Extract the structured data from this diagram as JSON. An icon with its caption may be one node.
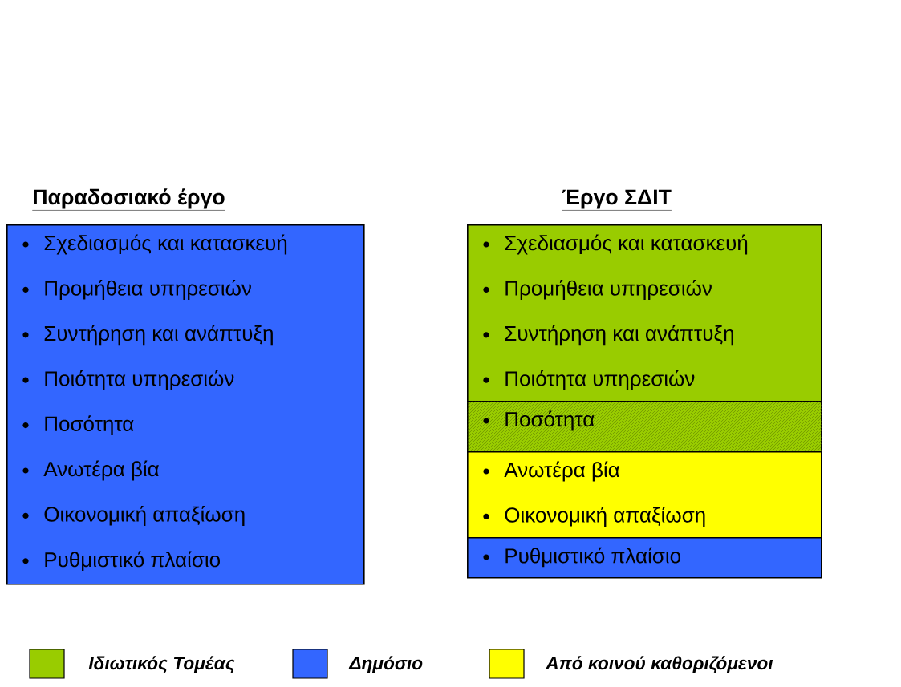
{
  "diagram": {
    "nodes": [
      {
        "text": [
          "Παραδοσιακό έργο",
          "Σχεδιασμός και κατασκευή",
          "Προμήθεια υπηρεσιών",
          "Συντήρηση και ανάπτυξη",
          "Ποιότητα υπηρεσιών",
          "Ποσότητα",
          "Ανωτέρα βία",
          "Οικονομική απαξίωση",
          "Ρυθμιστικό πλαίσιο"
        ]
      },
      {
        "text": [
          "Έργο ΣΔΙΤ",
          "Σχεδιασμός και κατασκευή",
          "Προμήθεια υπηρεσιών",
          "Συντήρηση και ανάπτυξη",
          "Ποιότητα υπηρεσιών"
        ]
      },
      {
        "text": [
          "Ποσότητα"
        ]
      },
      {
        "text": [
          "Ανωτέρα βία",
          "Οικονομική απαξίωση"
        ]
      },
      {
        "text": [
          "Ρυθμιστικό πλαίσιο"
        ]
      }
    ],
    "legend": [
      {
        "text": "Ιδιωτικός Τομέας",
        "color": "#99cc00"
      },
      {
        "text": "Δημόσιο",
        "color": "#3366ff"
      },
      {
        "text": "Από κοινού καθοριζόμενοι",
        "color": "#ffff00"
      }
    ]
  }
}
